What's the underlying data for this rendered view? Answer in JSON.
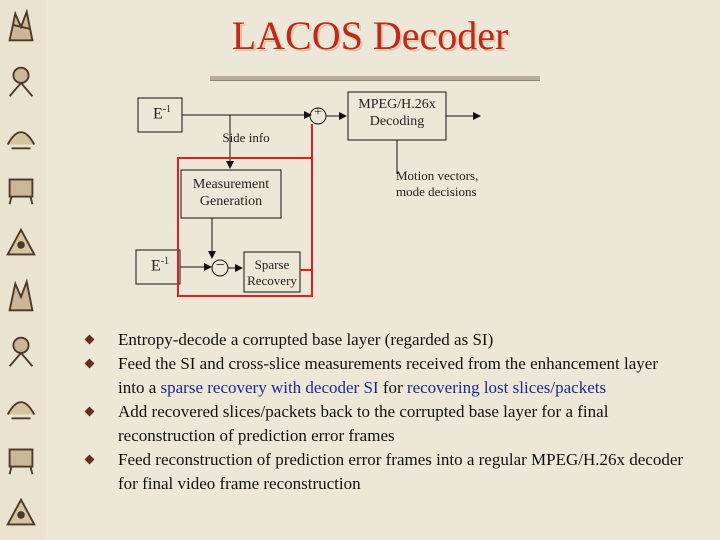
{
  "slide": {
    "title": "LACOS Decoder"
  },
  "diagram": {
    "e_inv_top": {
      "base": "E",
      "sup": "-1"
    },
    "e_inv_bottom": {
      "base": "E",
      "sup": "-1"
    },
    "plus_symbol": "+",
    "minus_symbol": "−",
    "side_info": "Side info",
    "decoder_block": {
      "line1": "MPEG/H.26x",
      "line2": "Decoding"
    },
    "measurement_block": {
      "line1": "Measurement",
      "line2": "Generation"
    },
    "motion_label": {
      "line1": "Motion vectors,",
      "line2": "mode decisions"
    },
    "sparse_block": {
      "line1": "Sparse",
      "line2": "Recovery"
    },
    "highlight_color": "#e02020"
  },
  "bullets": [
    {
      "text": "Entropy-decode a corrupted base layer (regarded as SI)"
    },
    {
      "pre": "Feed the SI and cross-slice measurements received from the enhancement layer into a ",
      "highlight": "sparse recovery with decoder SI",
      "mid": " for ",
      "highlight2": "recovering lost slices/packets",
      "post": ""
    },
    {
      "text": "Add recovered slices/packets back to the corrupted base layer for a final reconstruction of prediction error frames"
    },
    {
      "text": "Feed reconstruction of prediction error frames into a regular MPEG/H.26x decoder for final video frame reconstruction"
    }
  ]
}
